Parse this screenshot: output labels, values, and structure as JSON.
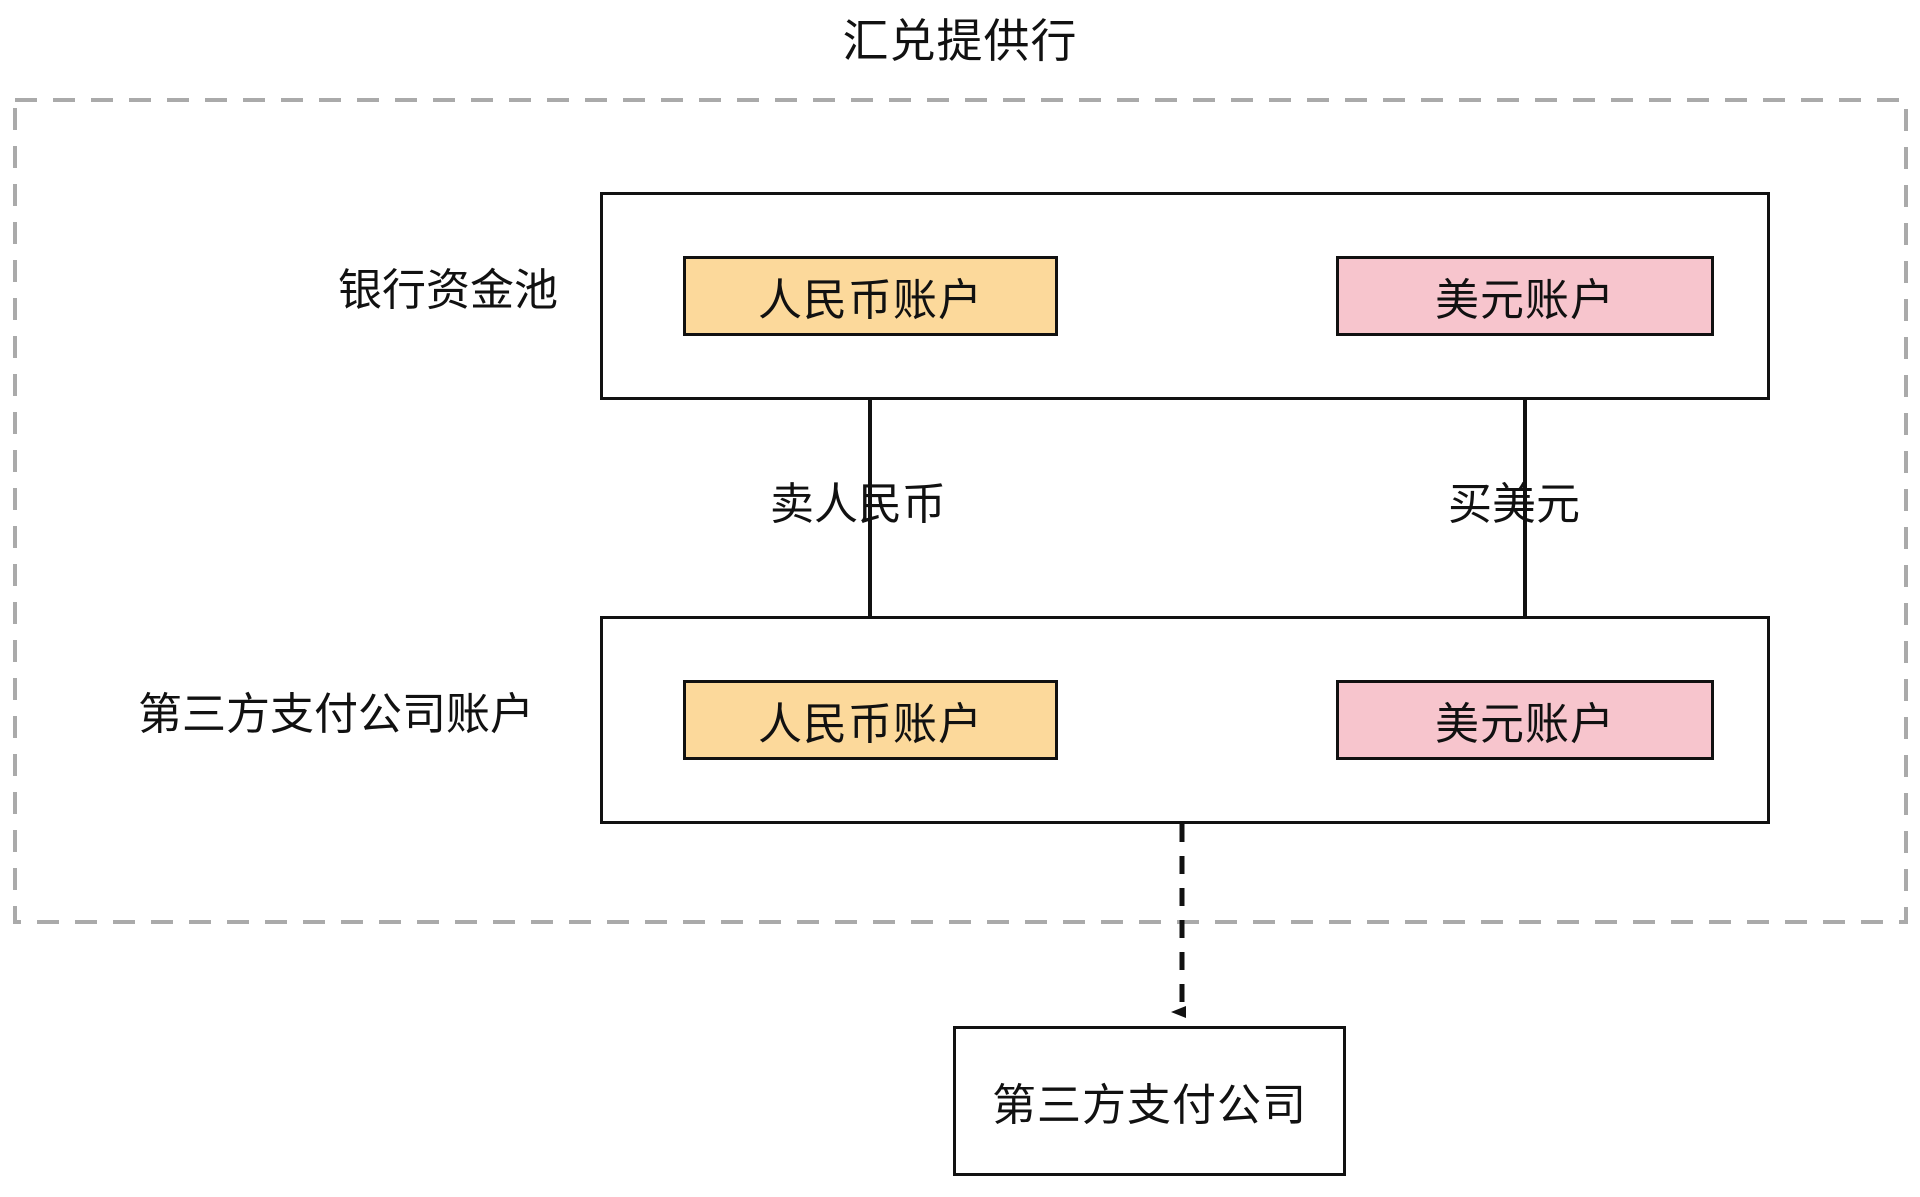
{
  "diagram": {
    "type": "flow-diagram",
    "title": "汇兑提供行",
    "background": "#ffffff",
    "colors": {
      "cny_fill": "#fcd99b",
      "usd_fill": "#f7c5cd",
      "stroke": "#111111",
      "dashed_boundary": "#aaaaaa"
    },
    "boundary": {
      "name": "汇兑提供行",
      "style": "dashed",
      "color": "#aaaaaa"
    },
    "groups": [
      {
        "id": "bank-pool",
        "label": "银行资金池",
        "accounts": [
          {
            "id": "bank-cny",
            "label": "人民币账户",
            "currency": "CNY",
            "fill": "#fcd99b"
          },
          {
            "id": "bank-usd",
            "label": "美元账户",
            "currency": "USD",
            "fill": "#f7c5cd"
          }
        ]
      },
      {
        "id": "tpp-account",
        "label": "第三方支付公司账户",
        "accounts": [
          {
            "id": "tpp-cny",
            "label": "人民币账户",
            "currency": "CNY",
            "fill": "#fcd99b"
          },
          {
            "id": "tpp-usd",
            "label": "美元账户",
            "currency": "USD",
            "fill": "#f7c5cd"
          }
        ]
      }
    ],
    "external": {
      "id": "tpp-company",
      "label": "第三方支付公司"
    },
    "edges": [
      {
        "id": "sell-cny",
        "label": "卖人民币",
        "from": "tpp-cny",
        "to": "bank-cny",
        "style": "solid",
        "direction": "up"
      },
      {
        "id": "buy-usd",
        "label": "买美元",
        "from": "bank-usd",
        "to": "tpp-usd",
        "style": "solid",
        "direction": "down"
      },
      {
        "id": "settle-to-company",
        "label": "",
        "from": "tpp-account",
        "to": "tpp-company",
        "style": "dashed",
        "direction": "down"
      }
    ]
  }
}
